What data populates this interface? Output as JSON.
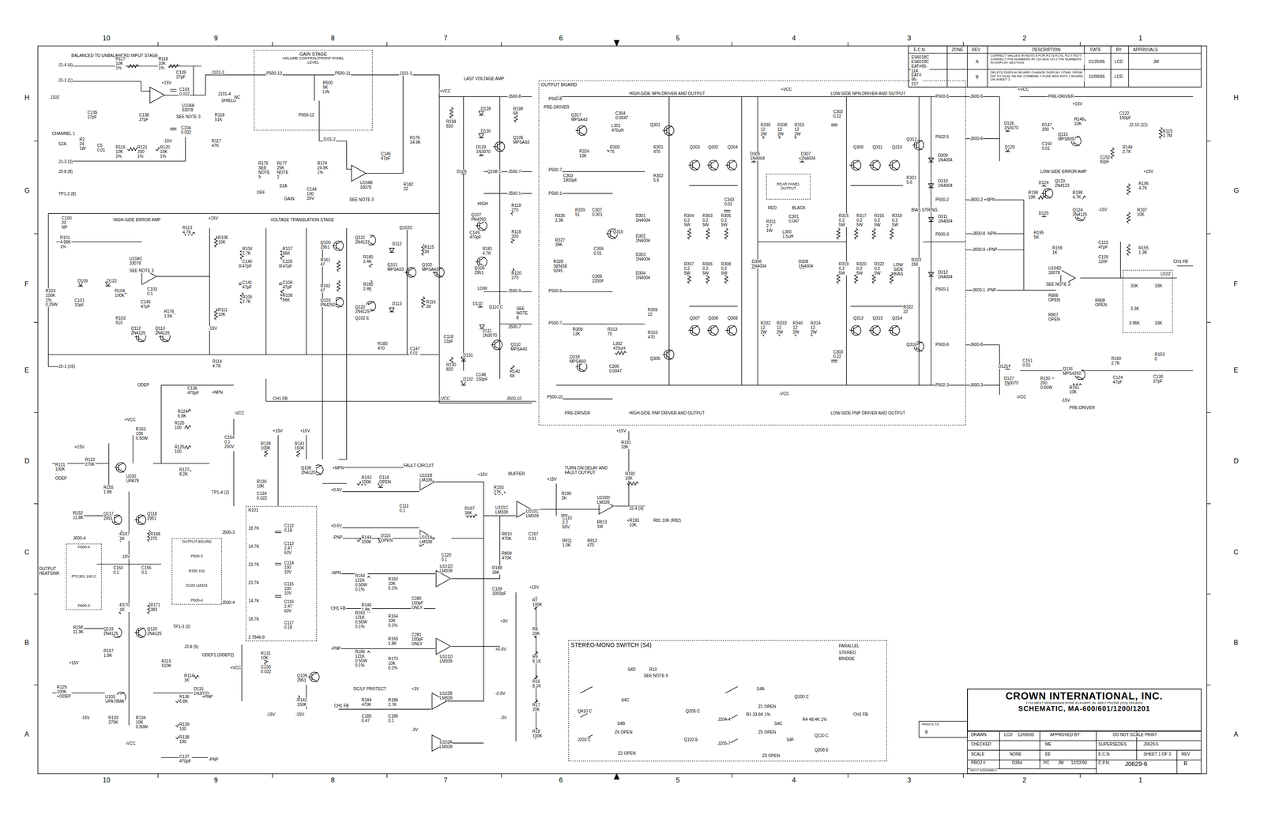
{
  "diagram": {
    "nodes": [
      {
        "text": [
          "OUTPUT BOARD"
        ]
      },
      {
        "text": [
          "REAR PANEL",
          "OUTPUT"
        ],
        "in": 0
      },
      {
        "text": [
          "GAIN STAGE",
          "VOLUME CONTROL/FRONT PANEL",
          "LEVEL"
        ]
      },
      {
        "text": [
          "P600-4",
          "PTC301 100 C",
          "P600-3"
        ]
      },
      {
        "text": [
          "OUTPUT BOARD",
          "P500-3",
          "R330 102",
          "D100 LM334",
          "P500-4"
        ]
      },
      {
        "text": [
          "R101",
          "18.7K",
          "14.7K",
          "23.7K",
          "23.7K",
          "14.7K",
          "18.7K",
          "2 7846-9"
        ]
      },
      {
        "text": [
          "U102"
        ]
      },
      {
        "text": [
          "STEREO-MONO SWITCH (S4)"
        ]
      },
      {
        "text": [
          "CROWN INTERNATIONAL, INC.",
          "1718 WEST MISHAWAKA ROAD ELKHART, IN. 46517 PHONE (219) 294-8000",
          "SCHEMATIC, MA-600/601/1200/1201"
        ]
      }
    ],
    "labels": [
      "10",
      "9",
      "8",
      "7",
      "6",
      "5",
      "4",
      "3",
      "2",
      "1",
      "10",
      "9",
      "8",
      "7",
      "6",
      "5",
      "4",
      "3",
      "2",
      "1",
      "H",
      "G",
      "F",
      "E",
      "D",
      "C",
      "B",
      "A",
      "H",
      "G",
      "F",
      "E",
      "D",
      "C",
      "B",
      "A",
      "BALANCED TO UNBALANCED INPUT STAGE",
      "J1-4 (4)",
      "R117 10K 1%",
      "R118 10K 1%",
      "C139 27pF",
      "J1-1 (1)",
      "J102",
      "C103 0.022",
      "U104A 33078",
      "SEE NOTE 3",
      "C138 27pF",
      "C104 0.022",
      "R118 51K",
      "C135 27pF",
      "R117 47K",
      "CHANNEL 1",
      "R2 24 1W",
      "R116 10K 1%",
      "R121 200 1%",
      "R120 10K 1%",
      "C5 0.01",
      "S2A",
      "J1-3 (3)",
      "J2-8 (8)",
      "TP1-2 (8)",
      "J101-3",
      "J101-4",
      "SHIELD",
      "+15V",
      "-15V",
      "P500-13",
      "P500-11",
      "R500 5K LIN",
      "P500-12",
      "NC",
      "J101-1",
      "J101-2",
      "R175 SEE NOTE 9",
      "R177 25K NOTE 2",
      "R174 24.9K 1%",
      "C144 100 35V",
      "OFF",
      "S3A",
      "GAIN",
      "C145 47pF",
      "R176 24.9K",
      "U104B 33078",
      "SEE NOTE 3",
      "R182 22",
      "LAST VOLTAGE AMP",
      "+VCC",
      "J500-8",
      "R158 820",
      "D128",
      "R199 68",
      "D130",
      "D129 1N3070",
      "Q105 MPSA93",
      "D105",
      "Q108 C",
      "J500-7",
      "J500-1",
      "HIGH",
      "Q107 PN4250",
      "R118 270",
      "C149 470pF",
      "R118 300",
      "R181 4.7K",
      "Q106 2951",
      "LOW",
      "R120 270",
      "J500-9",
      "D110",
      "Q110 C",
      "SEE NOTE 8",
      "J500-7",
      "D111 1N3070",
      "Q110 MPSA43",
      "C118 12pF",
      "D131",
      "R130 820",
      "D132",
      "C148 150pF",
      "R140 68",
      "-VCC",
      "J500-10",
      "VOLTAGE TRANSLATION STAGE",
      "+15V",
      "R106 10K",
      "R104 2.7K",
      "C140 47pF",
      "C141 47pF",
      "R105 2.7K",
      "R107 56K",
      "C105 47pF",
      "C106 47pF",
      "R108 56K",
      "Q100 2951",
      "R161 47",
      "R162 47",
      "Q103 PN4250",
      "Q121 2N4123",
      "R180 2.4K",
      "R185 2.4K",
      "Q122 2N4125",
      "D112",
      "D113",
      "Q102C",
      "Q102 E",
      "R115 39",
      "Q101 MPSA93",
      "Q102 MPSA43",
      "R116 39",
      "R111 10K",
      "-15V",
      "R180 470",
      "C147 0.01",
      "C100 22 NP",
      "HIGH-SIDE ERROR AMP",
      "R113 4.7K",
      "R101 4.99K 1%",
      "U104C 33078",
      "SEE NOTE 3",
      "D109",
      "D122",
      "R104 100K",
      "C103 0.1",
      "C145 47pF",
      "R176 1.5K",
      "R103 100K 1% 0.25W",
      "C101 10pF",
      "R102 510",
      "Q112 2N4125",
      "Q113 2N4125",
      "R114 4.7K",
      "J2-1 (16)",
      "CH1 FB",
      "ODEP",
      "C136 470pF",
      "R124 6.8K",
      "+VCC",
      "R125 100",
      "R163 10K 0.50W",
      "R126 100",
      "+15V",
      "R122 270K",
      "R121 100K -ODEP",
      "U100 UPA78",
      "R127 8.2K",
      "TP1-4 (2)",
      "R155 1.8K",
      "R152 11.8K",
      "Q117 2951",
      "Q118 2951",
      "J600-4",
      "R167 1K",
      "R168 275",
      "OUTPUT HEATSINK",
      "-15V",
      "C150 0.1",
      "C155 0.1",
      "J500-3",
      "J500-4",
      "R170 1K",
      "R171 383",
      "R158 11.3K",
      "Q119 2N4125",
      "Q120 2N4125",
      "TP1-3 (2)",
      "R157 1.8K",
      "J2-8 (5)",
      "R115 510K",
      "ODEP1 (ODEP2)",
      "R114 1K",
      "D115 1N3070",
      "+VCC",
      "+15V",
      "R129 100K +ODEP",
      "U103 UPA78MA",
      "R133 270K",
      "R134 10K 0.50W",
      "R136 6.8K",
      "+PNP",
      "R139 100",
      "R138 100",
      "C137 470pF",
      "-VCC",
      "-15V",
      "-PNP",
      "+NPN",
      "C154 0.1 250V",
      "-VCC",
      "+15V",
      "+15V",
      "R128 100K",
      "R141 150K",
      "Q108 2N4125",
      "R136 10K",
      "C134 0.022",
      "C112 0.18",
      "C113 2.47 63V",
      "C114 100 10V",
      "C115 100 10V",
      "C116 2.47 63V",
      "C117 0.18",
      "R131 10K",
      "C130 0.022",
      "Q109 2951",
      "R142 150K",
      "-15V",
      "-15V",
      "FAULT CIRCUIT",
      "+NPN",
      "+0.6V",
      "R143 100K",
      "D114 OPEN",
      "U101B LM339",
      "BUFFER",
      "+15V",
      "R193 27K",
      "C111 0.1",
      "+0.6V",
      "-PNP",
      "R144 100K",
      "D115 OPEN",
      "U101A LM339",
      "R197 36K",
      "U101C LM339",
      "C120 0.1",
      "R810 470K",
      "R809 470K",
      "C157 0.01",
      "-NPN",
      "R154 121K 0.50W 0.1%",
      "R160 10K 0.1%",
      "R146 1.8K",
      "C280 100pF ONLY",
      "U101D LM339",
      "R188 39K",
      "C109 3300pF",
      "CH1 FB",
      "R163 121K 0.50W 0.1%",
      "R164 10K 0.1%",
      "R165 1.8K",
      "C281 100pF ONLY",
      "U101D LM339",
      "-PNP",
      "R166 121K 0.50W 0.1%",
      "R173 10K 0.1%",
      "DC/LF PROTECT",
      "CH1 FB",
      "R184 470K",
      "C185 0.47",
      "R186 2.7K",
      "C186 0.1",
      "U102B LM339",
      "U102A LM339",
      "+3V",
      "-3V",
      "TURN ON DELAY AND FAULT OUTPUT",
      "+15V",
      "R190 2K",
      "U102C LM339",
      "C110 2.2 50V",
      "U102D LM339",
      "R813 1M",
      "R192 10K",
      "R191 33K",
      "+15V",
      "R811 1.0K",
      "R812 470",
      "J2-4 (4)",
      "R193 10K",
      "R81 10K (R82)",
      "+15V",
      "R7 100K",
      "+3V",
      "R8 20K",
      "+0.6V",
      "R9 8.1K",
      "R16 8.1K",
      "-0.6V",
      "R17 20K",
      "-3V",
      "R18 100K",
      "PARALLEL",
      "STEREO",
      "BRIDGE",
      "S4D",
      "R10",
      "SEE NOTE 6",
      "S4C",
      "Q410 C",
      "Q205 C",
      "S4B",
      "Z6 OPEN",
      "J203 C",
      "Q102 E",
      "Z2 OPEN",
      "S4A",
      "Q100 C",
      "Z1 OPEN",
      "R1 33.6K 1%",
      "J204-4",
      "S4C",
      "R4 48.4K 1%",
      "CH1 FB",
      "Z5 OPEN",
      "S4F",
      "Q110 C",
      "Q208 E",
      "J205-7",
      "Z3 OPEN",
      "+VCC",
      "PRE-DRIVER",
      "HIGH-SIDE NPN DRIVER AND OUTPUT",
      "LOW-SIDE NPN DRIVER AND OUTPUT",
      "P500-8",
      "Q317 MPSA43",
      "C304 0.0047",
      "L301 470uH",
      "R300 75",
      "R324 13K",
      "Q301",
      "R301 470",
      "Q303",
      "Q302",
      "Q304",
      "R302 5.6",
      "C303 1800pF",
      "P500-7",
      "P500-1",
      "R326 2.3K",
      "R329 51",
      "C307 0.001",
      "Q316",
      "R327 39K",
      "C306 0.01",
      "R328 SENSE 9245",
      "C309 2200F",
      "D301 1N4004",
      "D302 1N4004",
      "D303 1N4004",
      "D304 1N4004",
      "R304 0.2 5W",
      "R303 0.2 5W",
      "R305 0.2 5W",
      "C343 0.01",
      "R307 0.2 5W",
      "R306 0.2 5W",
      "R308 0.2 5W",
      "R309 22",
      "P500-9",
      "P500-7",
      "R310 470",
      "Q307",
      "Q306",
      "Q308",
      "Q305",
      "R308 13K",
      "R313 75",
      "L302 470uH",
      "C305 0.0047",
      "Q318 MPSA93",
      "P500-10",
      "PRE-DRIVER",
      "HIGH-SIDE PNP DRIVER AND OUTPUT",
      "LOW-SIDE PNP DRIVER AND OUTPUT",
      "-VCC",
      "R335 12 2W",
      "R336 12 2W",
      "R315 12 2W",
      "D305 1N4004",
      "D307 1N4004",
      "R311 2.7 1W",
      "C301 0.047",
      "L300 1.5uH",
      "D306 1N4004",
      "D308 1N4004",
      "R332 12 2W",
      "R333 12 2W",
      "R340 12 2W",
      "R314 12 2W",
      "C302 0.22",
      "C303 0.22",
      "Q309",
      "Q311",
      "Q310",
      "Q312",
      "D309 1N4004",
      "D310 1N4004",
      "R321 5.6",
      "P500-5",
      "P502-5",
      "P500-2",
      "R315 0.2 5W",
      "R317 0.2 5W",
      "R316 0.2 5W",
      "R318 0.2 5W",
      "D311 1N4004",
      "BIAS STRING",
      "P500-3",
      "R323 250",
      "D312 1N4004",
      "LOW SIDE BIAS",
      "R319 0.2 5W",
      "R320 0.2 5W",
      "R322 0.2 5W",
      "P500-1",
      "R322 22",
      "Q313",
      "Q315",
      "Q314",
      "Q316",
      "P500-6",
      "P502-3",
      "RED",
      "BLACK",
      "J600-5",
      "J600-6",
      "J600-2 +NPN",
      "J600-8 -NPN",
      "J600-9 +PNP",
      "J600-1 -PNP",
      "J600-8",
      "J600-3",
      "+VCC",
      "PRE-DRIVER",
      "+15V",
      "C122 100pF",
      "D126 1N3070",
      "R147 200",
      "R148 10K",
      "J2-10 (11)",
      "R115 2.7M",
      "D120",
      "C150 0.01",
      "Q115 MPS8097",
      "R149 2.7K",
      "C152 82pF",
      "LOW-SIDE ERROR AMP",
      "+15V",
      "D124",
      "Q123 2N4123",
      "R196 4.7K",
      "R199 10K",
      "R198 4.7K",
      "-15V",
      "D125",
      "Q124 2N4125",
      "R197 10K",
      "R195 5K",
      "C123 47pF",
      "R159 1K",
      "C129 120F",
      "R155 1.3K",
      "U104D 33078",
      "SEE NOTE 3",
      "R806 OPEN",
      "R807 OPEN",
      "R808 OPEN",
      "CH1 FB",
      "33K",
      "33K",
      "3.3K",
      "3.96K",
      "33K",
      "D121",
      "C151 0.01",
      "R160 2.7K",
      "R153 0",
      "Q116 MPS4250",
      "D127 1N3070",
      "R150 200 0.60W",
      "R151 10K",
      "-15V",
      "C124 47pF",
      "C130 27pF",
      "-VCC",
      "PRE-DRIVER",
      "E.C.N.",
      "ZONE",
      "REV",
      "DESCRIPTION",
      "DATE",
      "BY",
      "APPROVALS",
      "ES6018C ES6019C EAT#95-114",
      "A",
      "CORRECT VALUES IN NOTE 8 FOR R175,R176, R177,R277. CORRECT PIN NUMBERS AT J10 ADD CH 2 PIN NUMBERS IN DISPLAY SECTION",
      "01/25/95",
      "LCD",
      "JM",
      "EAT# 95-217",
      "B",
      "DELETE DISPLAY BOARD CHANGE DISPLAY CONN. FROM DIP TO DUAL INLINE COMBINE 2 FUSE BDS INTO 1 BOARD ON SHEET 3",
      "10/09/95",
      "LCD",
      "PRINTS TO",
      "B",
      "DRAWN",
      "LCD",
      "12/09/93",
      "APPROVED BY :",
      "DO NOT SCALE PRINT",
      "CHECKED",
      "ME",
      "SUPERSEDES",
      "J0629-5",
      "SCALE",
      "NONE",
      "EE",
      "E.C.N.",
      "PROJ #",
      "D264",
      "PC",
      "JM",
      "12/22/93",
      "C.P.N.",
      "SHEET 1 OF 3",
      "REV",
      "J0629-6",
      "B",
      "NEXT ASSEMBLY"
    ]
  }
}
